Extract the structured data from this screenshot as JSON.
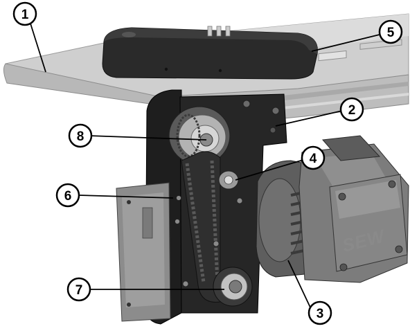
{
  "image": {
    "type": "technical-photo-with-callouts",
    "subject": "Conveyor with belt drive and motor",
    "callouts": [
      {
        "id": "1"
      },
      {
        "id": "2"
      },
      {
        "id": "3"
      },
      {
        "id": "4"
      },
      {
        "id": "5"
      },
      {
        "id": "6"
      },
      {
        "id": "7"
      },
      {
        "id": "8"
      }
    ],
    "motor_brand_text": "SEW"
  },
  "colors": {
    "background": "#ffffff",
    "belt_surface": "#c9c9c9",
    "frame_dark": "#2b2b2b",
    "motor_gray": "#6f6f6f",
    "callout_fill": "#ffffff",
    "callout_stroke": "#000000"
  }
}
